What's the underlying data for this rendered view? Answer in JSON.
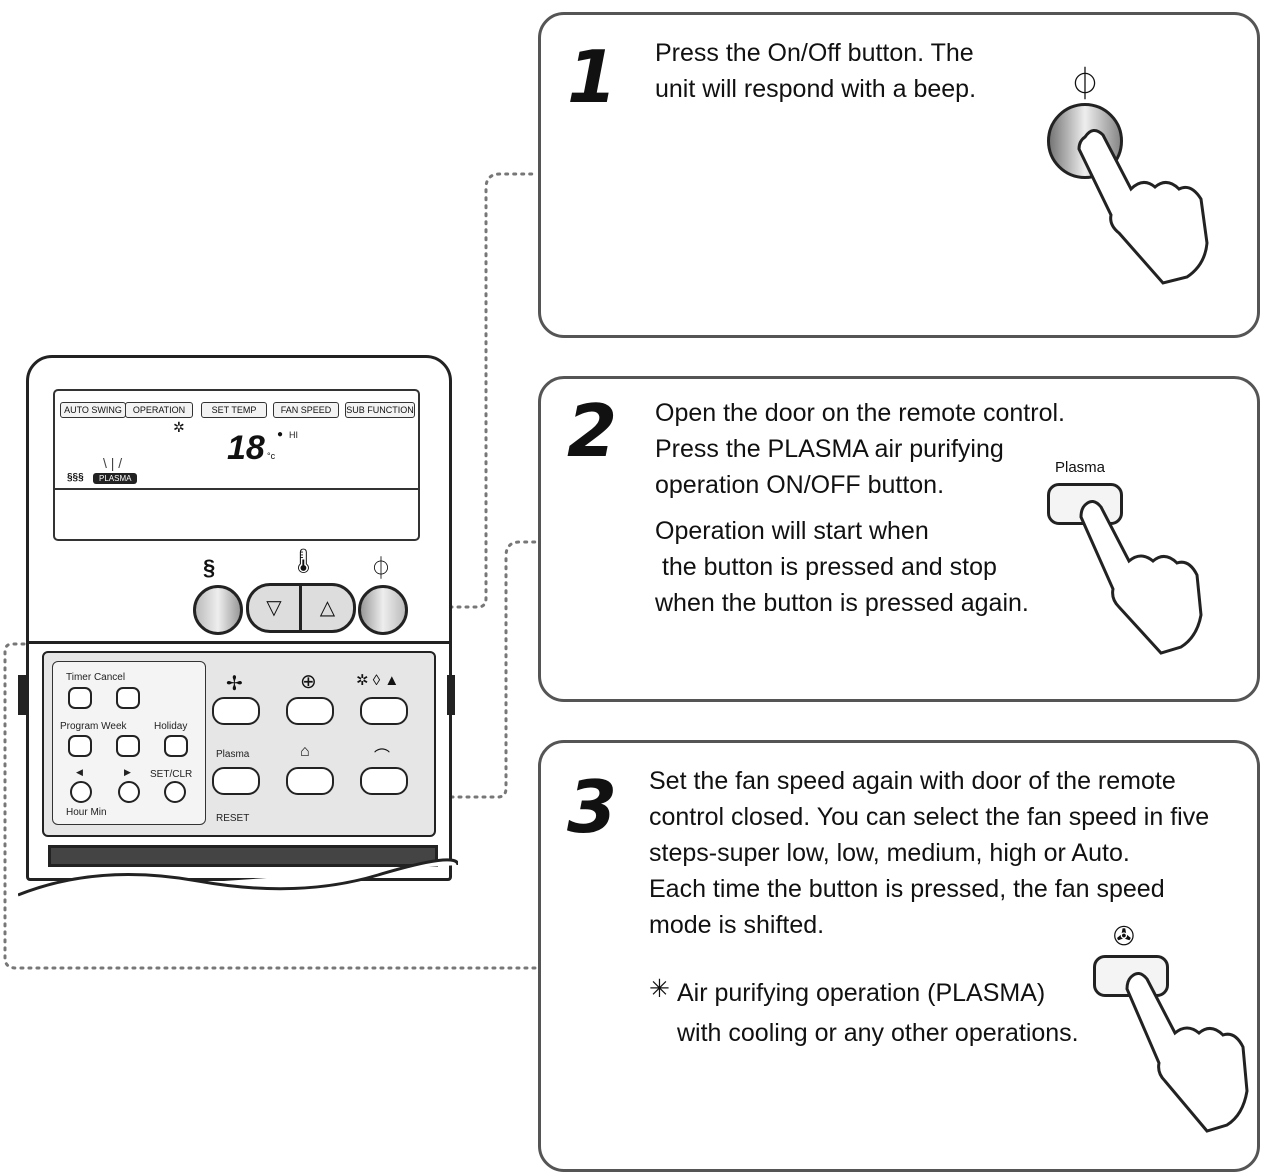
{
  "remote": {
    "lcd_tabs": [
      "AUTO SWING",
      "OPERATION",
      "SET TEMP",
      "FAN SPEED",
      "SUB FUNCTION"
    ],
    "lcd_temperature": "18",
    "lcd_temp_unit": "°c",
    "lcd_fan_level": "HI",
    "lcd_plasma_indicator": "PLASMA",
    "panel_labels": {
      "timer_cancel": "Timer Cancel",
      "program_week": "Program Week",
      "holiday": "Holiday",
      "set_clr": "SET/CLR",
      "hour_min": "Hour Min",
      "plasma": "Plasma",
      "reset": "RESET"
    }
  },
  "steps": [
    {
      "number": "1",
      "lines": [
        "Press the On/Off button. The",
        "unit will respond with a beep."
      ]
    },
    {
      "number": "2",
      "lines": [
        "Open the door on the remote control.",
        "Press the PLASMA air purifying",
        "operation ON/OFF button.",
        "Operation will start when",
        " the button is pressed and stop",
        "when the button is pressed again."
      ],
      "button_label": "Plasma"
    },
    {
      "number": "3",
      "lines": [
        "Set the fan speed again with door of the remote",
        "control closed. You can select the fan speed in five",
        "steps-super low, low, medium, high or Auto.",
        "Each time the button is pressed, the fan speed",
        "mode is shifted."
      ],
      "note_mark": "✳",
      "note_lines": [
        "Air purifying operation (PLASMA)",
        "with cooling or any other operations."
      ]
    }
  ]
}
